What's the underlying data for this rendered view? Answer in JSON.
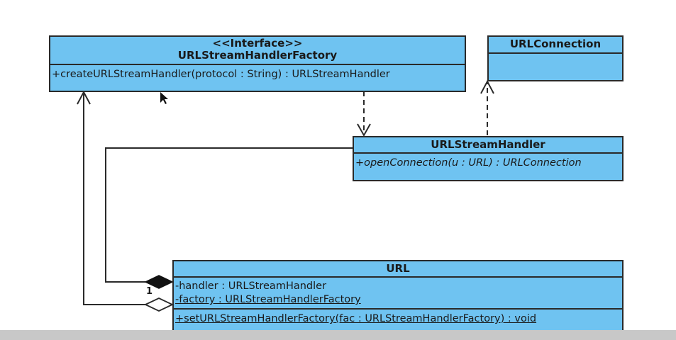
{
  "classes": {
    "factory": {
      "stereotype": "<<Interface>>",
      "name": "URLStreamHandlerFactory",
      "operations": [
        "+createURLStreamHandler(protocol : String) : URLStreamHandler"
      ]
    },
    "connection": {
      "name": "URLConnection"
    },
    "handler": {
      "name": "URLStreamHandler",
      "operations": [
        "+openConnection(u : URL) : URLConnection"
      ]
    },
    "url": {
      "name": "URL",
      "attributes": [
        "-handler : URLStreamHandler",
        "-factory : URLStreamHandlerFactory"
      ],
      "operations": [
        "+setURLStreamHandlerFactory(fac : URLStreamHandlerFactory) : void"
      ]
    }
  },
  "multiplicity": "1",
  "colors": {
    "class_fill": "#6fc3f1",
    "line": "#2a2a2a"
  }
}
